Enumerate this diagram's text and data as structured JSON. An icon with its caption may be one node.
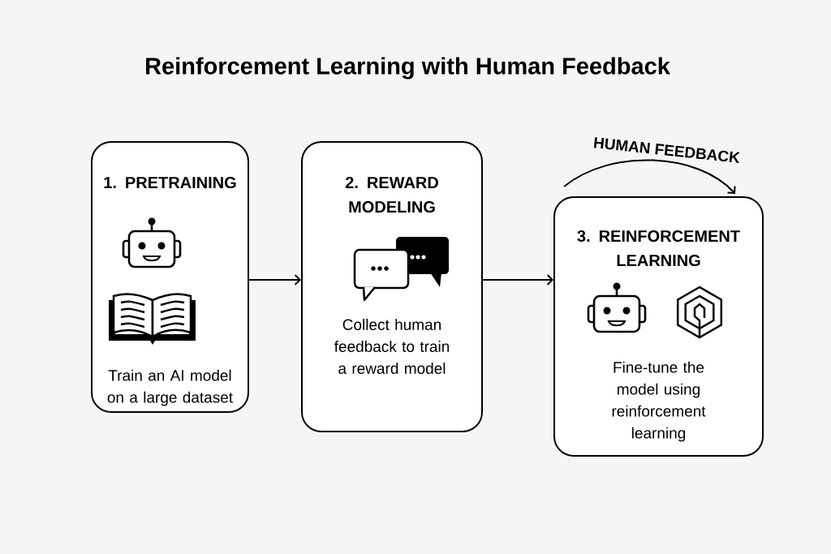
{
  "diagram": {
    "title": "Reinforcement Learning with Human Feedback",
    "nodes": [
      {
        "text": [
          "1. PRETRAINING",
          "Train an AI model on a large dataset"
        ]
      },
      {
        "text": [
          "2. REWARD MODELING",
          "Collect human feedback to train a reward model"
        ]
      },
      {
        "text": [
          "3. REINFORCEMENT LEARNING",
          "Fine-tune the model using reinforcement learning"
        ]
      }
    ],
    "edges": [
      {
        "from": 0,
        "to": 1,
        "arrow": "to"
      },
      {
        "from": 1,
        "to": 2,
        "arrow": "to"
      },
      {
        "from": null,
        "to": 2,
        "arrow": "to",
        "label": "HUMAN FEEDBACK"
      }
    ]
  }
}
